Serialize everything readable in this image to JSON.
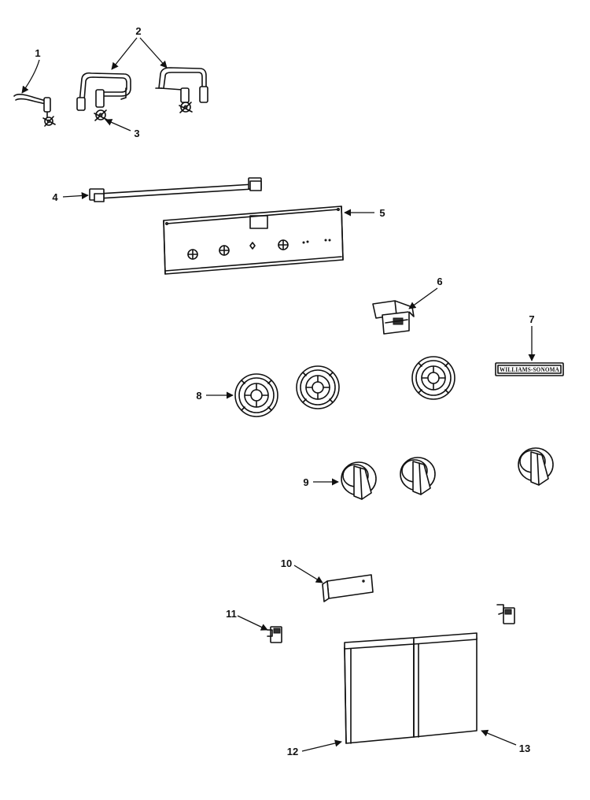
{
  "callouts": {
    "c1": "1",
    "c2": "2",
    "c3": "3",
    "c4": "4",
    "c5": "5",
    "c6": "6",
    "c7": "7",
    "c8": "8",
    "c9": "9",
    "c10": "10",
    "c11": "11",
    "c12": "12",
    "c13": "13"
  },
  "nameplate": {
    "text": "WILLIAMS-SONOMA"
  },
  "colors": {
    "line": "#111111",
    "background": "#ffffff"
  }
}
